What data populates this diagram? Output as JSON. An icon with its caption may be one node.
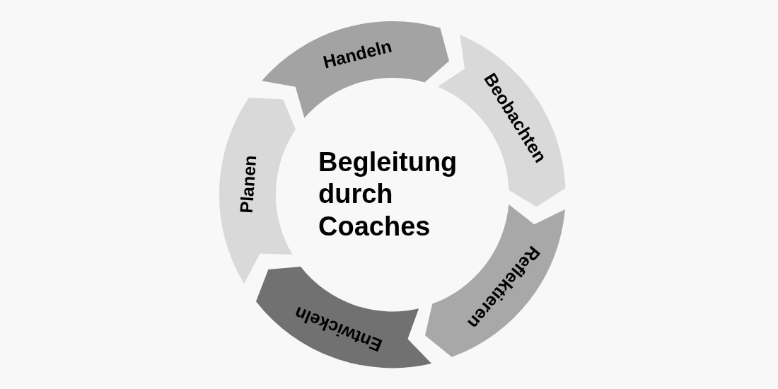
{
  "diagram": {
    "nodes": [
      {
        "text": [
          "Handeln"
        ]
      },
      {
        "text": [
          "Beobachten"
        ]
      },
      {
        "text": [
          "Reflektieren"
        ]
      },
      {
        "text": [
          "Entwickeln"
        ]
      },
      {
        "text": [
          "Planen"
        ]
      }
    ],
    "labels": [
      "Begleitung durch Coaches"
    ]
  }
}
